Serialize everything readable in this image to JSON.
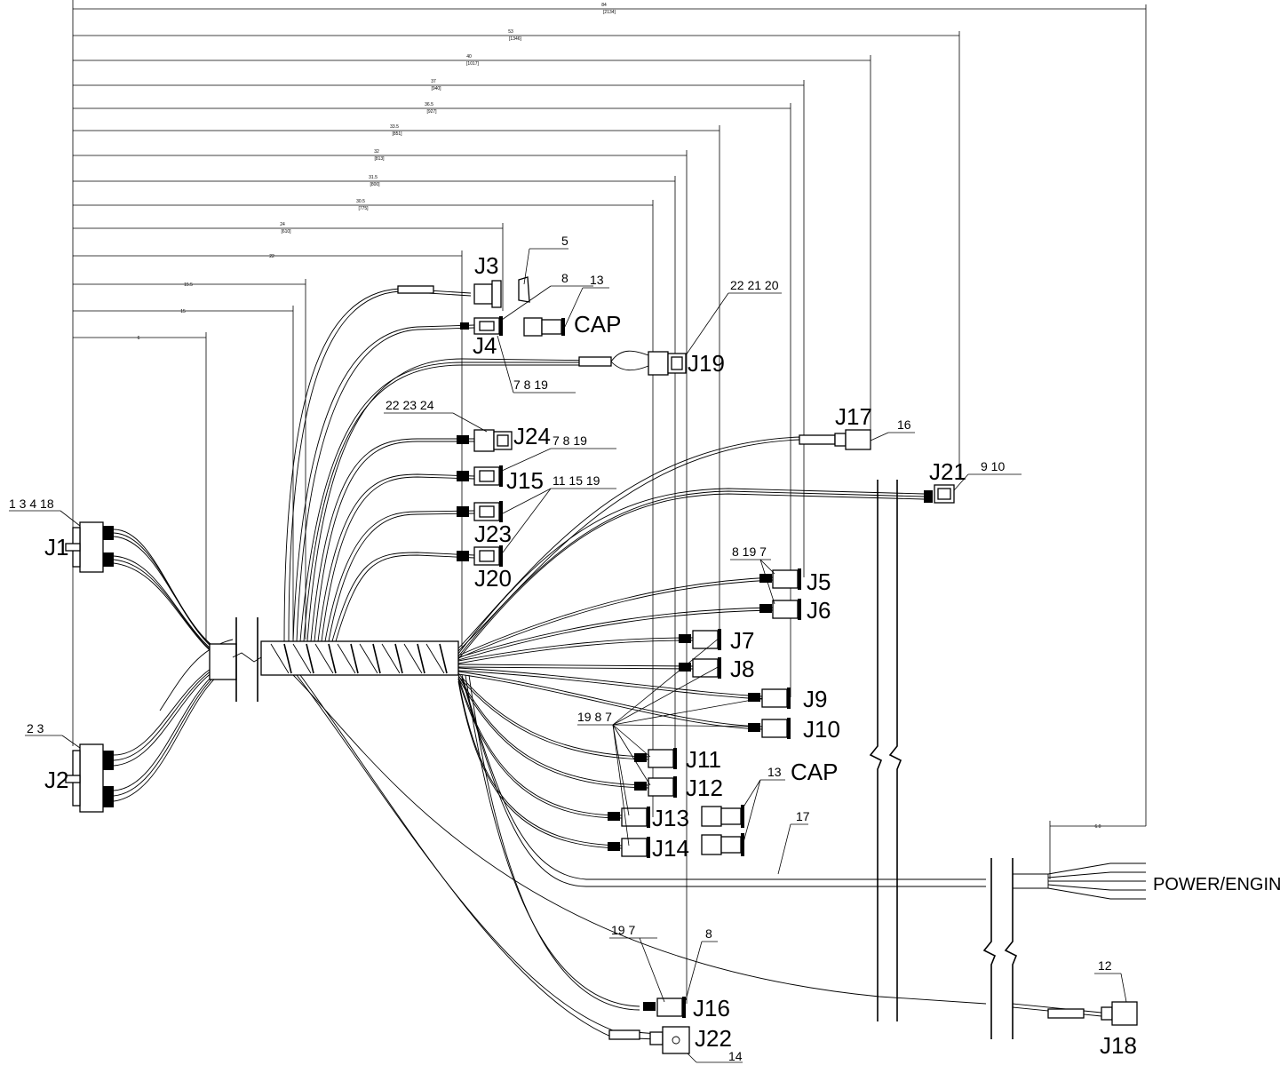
{
  "connectors": {
    "j1": "J1",
    "j2": "J2",
    "j3": "J3",
    "j4": "J4",
    "j5": "J5",
    "j6": "J6",
    "j7": "J7",
    "j8": "J8",
    "j9": "J9",
    "j10": "J10",
    "j11": "J11",
    "j12": "J12",
    "j13": "J13",
    "j14": "J14",
    "j15": "J15",
    "j16": "J16",
    "j17": "J17",
    "j18": "J18",
    "j19": "J19",
    "j20": "J20",
    "j21": "J21",
    "j22": "J22",
    "j23": "J23",
    "j24": "J24",
    "cap_top": "CAP",
    "cap_mid": "CAP",
    "power": "POWER/ENGIN"
  },
  "callouts": {
    "j1_items": "1 3 4 18",
    "j2_items": "2  3",
    "j3_item": "5",
    "j4_item": "8",
    "cap_item": "13",
    "j4_bottom": "7    8   19",
    "j19_items": "22 21 20",
    "j24_items": "22   23   24",
    "j15_items": "7     8    19",
    "j23_items": "11   15   19",
    "j17_item": "16",
    "j21_items": "9   10",
    "j5_items": "8 19 7",
    "mid_items": "19 8 7",
    "cap2_item": "13",
    "harness_item": "17",
    "j16_left": "19    7",
    "j16_right": "8",
    "j22_item": "14",
    "j18_item": "12"
  },
  "dimensions": [
    {
      "label": "84",
      "sub": "[2134]"
    },
    {
      "label": "53",
      "sub": "[1346]"
    },
    {
      "label": "40",
      "sub": "[1017]"
    },
    {
      "label": "37",
      "sub": "[940]"
    },
    {
      "label": "36.5",
      "sub": "[927]"
    },
    {
      "label": "33.5",
      "sub": "[851]"
    },
    {
      "label": "32",
      "sub": "[813]"
    },
    {
      "label": "31.5",
      "sub": "[800]"
    },
    {
      "label": "30.5",
      "sub": "[775]"
    },
    {
      "label": "24",
      "sub": "[610]"
    },
    {
      "label": "22",
      "sub": ""
    },
    {
      "label": "15.5",
      "sub": ""
    },
    {
      "label": "15",
      "sub": ""
    },
    {
      "label": "6",
      "sub": ""
    },
    {
      "label": "6.0",
      "sub": ""
    }
  ]
}
